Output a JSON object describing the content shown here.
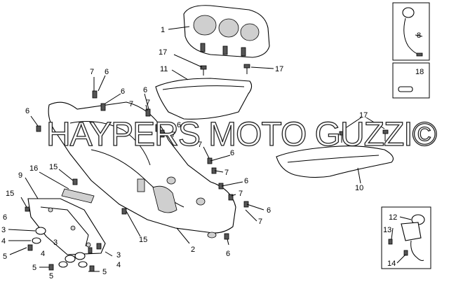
{
  "watermark": "HAYPERS MOTO GUZZI©",
  "labels": {
    "l1": "1",
    "l2": "2",
    "l3a": "3",
    "l3b": "3",
    "l3c": "3",
    "l4a": "4",
    "l4b": "4",
    "l4c": "4",
    "l5a": "5",
    "l5b": "5",
    "l5c": "5",
    "l5d": "5",
    "l6a": "6",
    "l6b": "6",
    "l6c": "6",
    "l6d": "6",
    "l6e": "6",
    "l6f": "6",
    "l6g": "6",
    "l6h": "6",
    "l6i": "6",
    "l6j": "6",
    "l7a": "7",
    "l7b": "7",
    "l7c": "7",
    "l7d": "7",
    "l7e": "7",
    "l7f": "7",
    "l7g": "7",
    "l7h": "7",
    "l8": "8",
    "l9": "9",
    "l10": "10",
    "l11": "11",
    "l12": "12",
    "l13": "13",
    "l14": "14",
    "l15a": "15",
    "l15b": "15",
    "l15c": "15",
    "l16": "16",
    "l17a": "17",
    "l17b": "17",
    "l17c": "17",
    "l18": "18"
  }
}
